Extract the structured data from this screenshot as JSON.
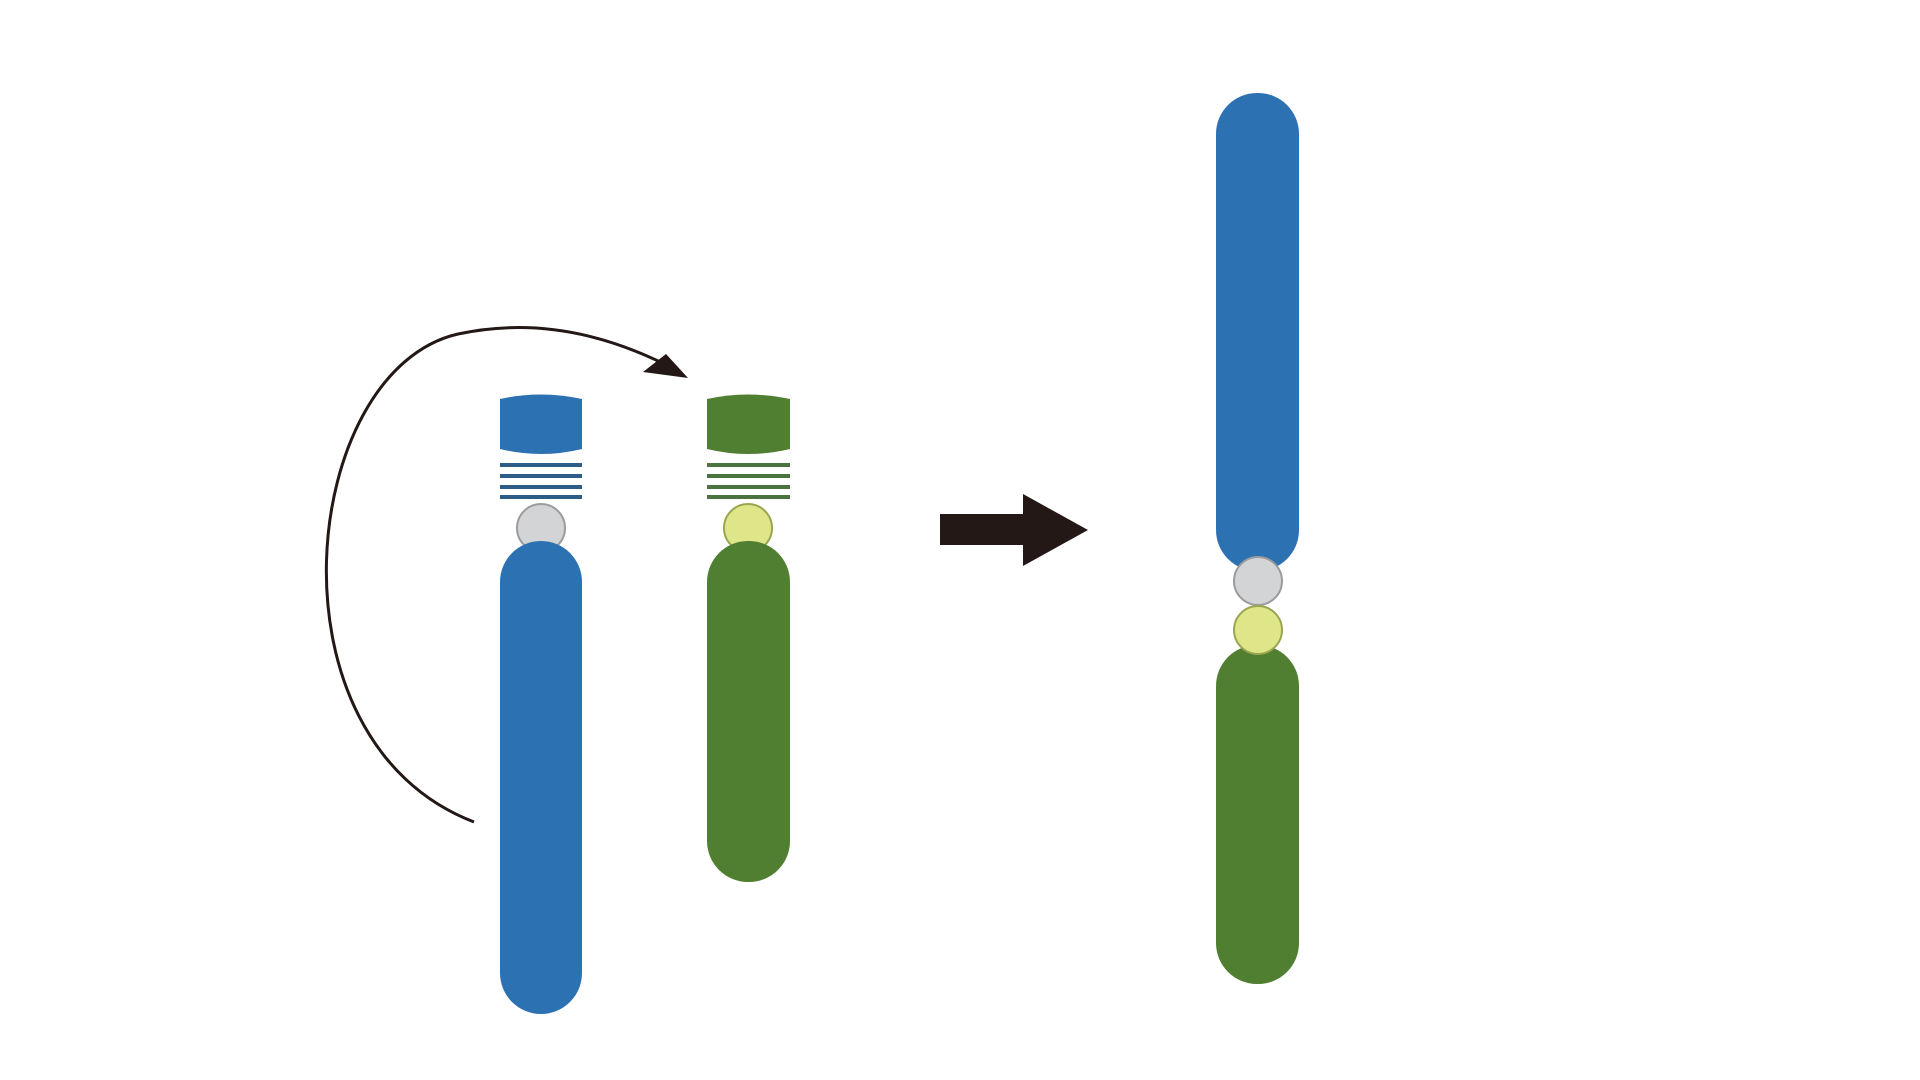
{
  "colors": {
    "background": "#ffffff",
    "chromosome_a": "#2c71b2",
    "chromosome_b": "#517f32",
    "centromere_a": "#d3d4d6",
    "centromere_b": "#dfe68a",
    "stripes_a": "#2d5d86",
    "stripes_b": "#4b7340",
    "arrow": "#231815"
  },
  "diagram": {
    "left_panel": {
      "chromosome_a": {
        "role": "donor",
        "parts": [
          "short-arm",
          "satellite-stalk",
          "centromere",
          "long-arm"
        ]
      },
      "chromosome_b": {
        "role": "recipient",
        "parts": [
          "short-arm",
          "satellite-stalk",
          "centromere",
          "long-arm"
        ]
      },
      "curved_arrow": {
        "from": "chromosome-a-long-arm",
        "to": "chromosome-b"
      }
    },
    "transition_arrow": {
      "direction": "right"
    },
    "right_panel": {
      "fused_chromosome": {
        "top_arm_source": "chromosome_a",
        "bottom_arm_source": "chromosome_b",
        "centromeres": [
          "chromosome_a",
          "chromosome_b"
        ]
      }
    }
  }
}
